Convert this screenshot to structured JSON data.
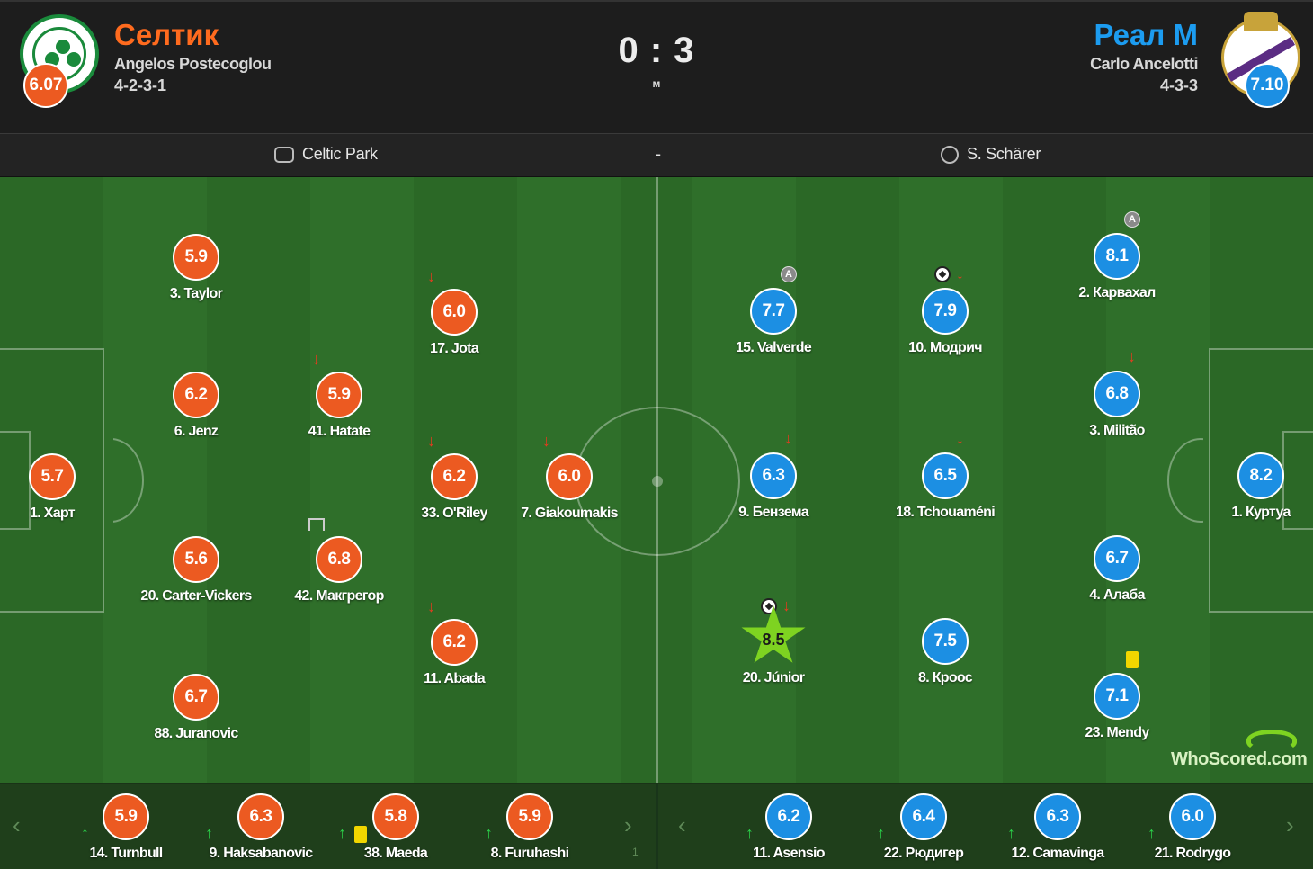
{
  "header": {
    "home": {
      "name": "Селтик",
      "manager": "Angelos Postecoglou",
      "formation": "4-2-3-1",
      "rating": "6.07",
      "crest_icon": "celtic-crest-icon",
      "color": "#ec5a21"
    },
    "away": {
      "name": "Реал М",
      "manager": "Carlo Ancelotti",
      "formation": "4-3-3",
      "rating": "7.10",
      "crest_icon": "real-madrid-crest-icon",
      "color": "#1c8fe3"
    },
    "score": "0 : 3",
    "status": "м"
  },
  "info": {
    "venue": "Celtic Park",
    "attendance": "-",
    "referee": "S. Schärer"
  },
  "colors": {
    "home": "#ec5a21",
    "away": "#1c8fe3",
    "pitch": "#2c6a27",
    "star": "#7ed321",
    "sub_down": "#e53b1f",
    "sub_up": "#2bd14a"
  },
  "home_players": [
    {
      "label": "3. Taylor",
      "rating": "5.9"
    },
    {
      "label": "6. Jenz",
      "rating": "6.2"
    },
    {
      "label": "41. Hatate",
      "rating": "5.9"
    },
    {
      "label": "17. Jota",
      "rating": "6.0"
    },
    {
      "label": "1. Харт",
      "rating": "5.7"
    },
    {
      "label": "33. O'Riley",
      "rating": "6.2"
    },
    {
      "label": "7. Giakoumakis",
      "rating": "6.0"
    },
    {
      "label": "20. Carter-Vickers",
      "rating": "5.6"
    },
    {
      "label": "42. Макгрегор",
      "rating": "6.8"
    },
    {
      "label": "11. Abada",
      "rating": "6.2"
    },
    {
      "label": "88. Juranovic",
      "rating": "6.7"
    }
  ],
  "away_players": [
    {
      "label": "15. Valverde",
      "rating": "7.7"
    },
    {
      "label": "10. Модрич",
      "rating": "7.9"
    },
    {
      "label": "2. Карвахал",
      "rating": "8.1"
    },
    {
      "label": "3. Militão",
      "rating": "6.8"
    },
    {
      "label": "9. Бензема",
      "rating": "6.3"
    },
    {
      "label": "18. Tchouaméni",
      "rating": "6.5"
    },
    {
      "label": "1. Куртуа",
      "rating": "8.2"
    },
    {
      "label": "4. Алаба",
      "rating": "6.7"
    },
    {
      "label": "20. Júnior",
      "rating": "8.5",
      "man_of_match": true
    },
    {
      "label": "8. Кроос",
      "rating": "7.5"
    },
    {
      "label": "23. Mendy",
      "rating": "7.1"
    }
  ],
  "home_bench": [
    {
      "label": "14. Turnbull",
      "rating": "5.9"
    },
    {
      "label": "9. Haksabanovic",
      "rating": "6.3"
    },
    {
      "label": "38. Maeda",
      "rating": "5.8"
    },
    {
      "label": "8. Furuhashi",
      "rating": "5.9"
    }
  ],
  "away_bench": [
    {
      "label": "11. Asensio",
      "rating": "6.2"
    },
    {
      "label": "22. Рюдигер",
      "rating": "6.4"
    },
    {
      "label": "12. Camavinga",
      "rating": "6.3"
    },
    {
      "label": "21. Rodrygo",
      "rating": "6.0"
    }
  ],
  "badges": {
    "captain": "A",
    "watermark_main": "WhoScored",
    "watermark_tld": ".com"
  },
  "nav": {
    "prev": "‹",
    "next": "›",
    "page_hint": "1"
  }
}
